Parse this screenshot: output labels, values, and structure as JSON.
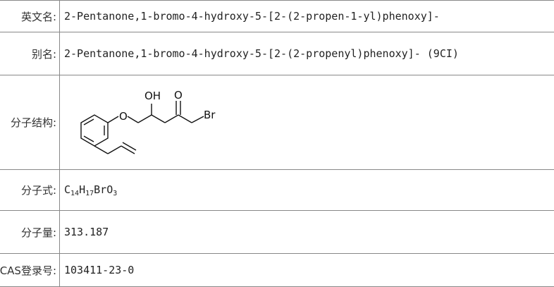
{
  "rows": {
    "english_name": {
      "label": "英文名:",
      "value": "2-Pentanone,1-bromo-4-hydroxy-5-[2-(2-propen-1-yl)phenoxy]-"
    },
    "alias": {
      "label": "别名:",
      "value": "2-Pentanone,1-bromo-4-hydroxy-5-[2-(2-propenyl)phenoxy]- (9CI)"
    },
    "structure": {
      "label": "分子结构:",
      "atom_o": "O",
      "atom_oh": "OH",
      "atom_o2": "O",
      "atom_br": "Br"
    },
    "formula": {
      "label": "分子式:",
      "c": "C",
      "c_n": "14",
      "h": "H",
      "h_n": "17",
      "br": "Br",
      "o": "O",
      "o_n": "3"
    },
    "weight": {
      "label": "分子量:",
      "value": "313.187"
    },
    "cas": {
      "label": "CAS登录号:",
      "value": "103411-23-0"
    }
  }
}
